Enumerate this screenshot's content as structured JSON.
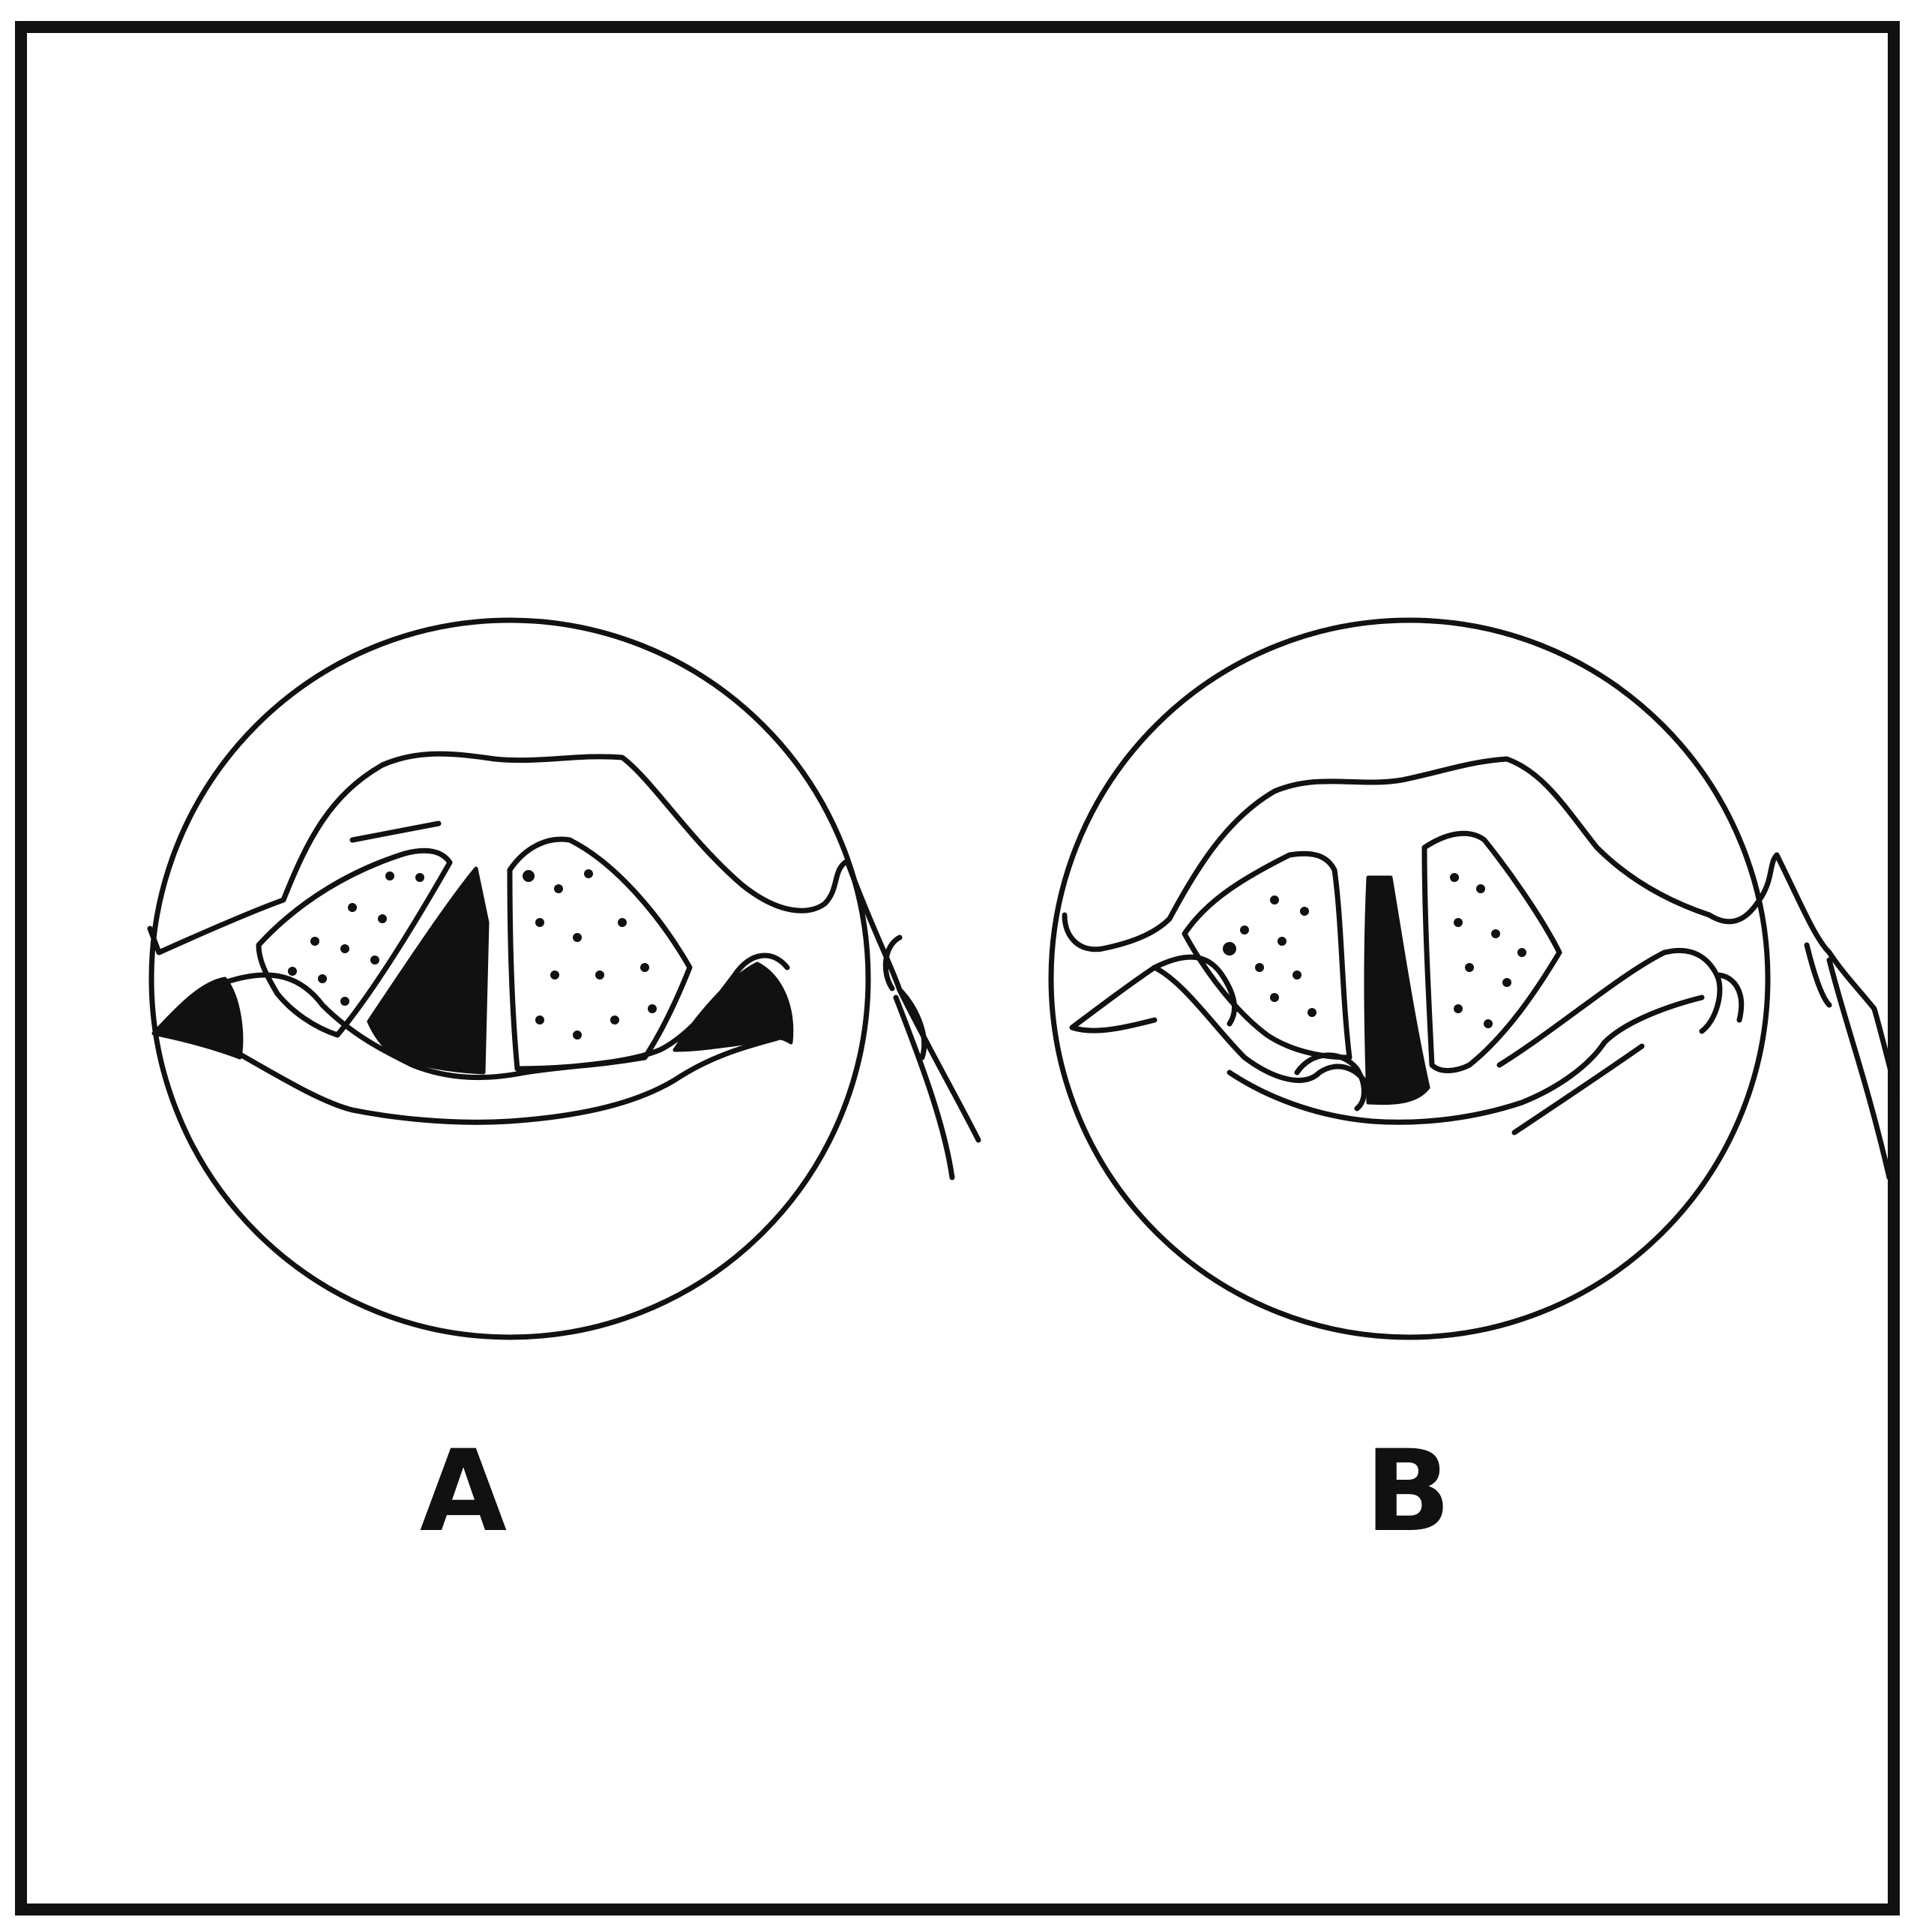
{
  "figure": {
    "panels": [
      {
        "id": "A",
        "label": "A"
      },
      {
        "id": "B",
        "label": "B"
      }
    ],
    "colors": {
      "ink": "#111111",
      "paper": "#ffffff"
    }
  }
}
